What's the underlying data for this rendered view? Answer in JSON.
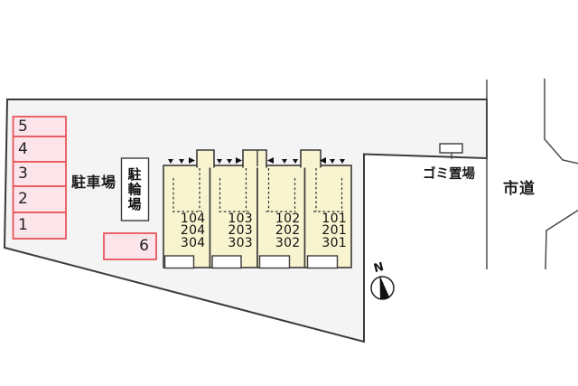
{
  "plan": {
    "parking": {
      "area_label": "駐車場",
      "stall_numbers": [
        "5",
        "4",
        "3",
        "2",
        "1"
      ],
      "stall_6": "6"
    },
    "bicycle_parking_label": "駐輪場",
    "building": {
      "units": [
        {
          "rooms": [
            "104",
            "204",
            "304"
          ]
        },
        {
          "rooms": [
            "103",
            "203",
            "303"
          ]
        },
        {
          "rooms": [
            "102",
            "202",
            "302"
          ]
        },
        {
          "rooms": [
            "101",
            "201",
            "301"
          ]
        }
      ]
    },
    "garbage_label": "ゴミ置場",
    "road_label": "市道",
    "compass_north": "N",
    "colors": {
      "site_fill": "#f4f4f4",
      "outline": "#3a3a3a",
      "parking_fill": "#fbe4ea",
      "parking_border": "#e8555c",
      "building_fill": "#f8f4d0",
      "road_line": "#4a4a4a",
      "text": "#1a1a1a"
    }
  }
}
